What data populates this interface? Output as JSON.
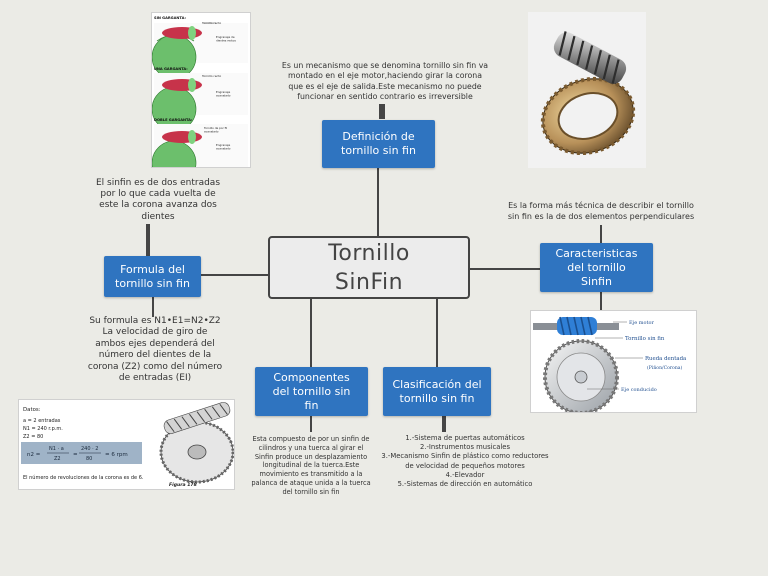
{
  "central": {
    "line1": "Tornillo",
    "line2": "SinFin"
  },
  "nodes": {
    "definicion": {
      "line1": "Definición de",
      "line2": "tornillo sin fin"
    },
    "formula": {
      "line1": "Formula del",
      "line2": "tornillo sin fin"
    },
    "caracteristicas": {
      "line1": "Caracteristicas",
      "line2": "del tornillo",
      "line3": "Sinfin"
    },
    "componentes": {
      "line1": "Componentes",
      "line2": "del tornillo sin",
      "line3": "fin"
    },
    "clasificacion": {
      "line1": "Clasificación del",
      "line2": "tornillo sin fin"
    }
  },
  "texts": {
    "definicion": [
      "Es un mecanismo que se denomina tornillo sin fin va",
      "montado en el eje motor,haciendo girar la corona",
      "que es el eje de salida.Este mecanismo no puede",
      "funcionar en sentido contrario es irreversible"
    ],
    "formula_top": [
      "El sinfin es de dos entradas",
      "por lo que cada vuelta de",
      "este la corona avanza dos",
      "dientes"
    ],
    "formula_bottom": [
      "Su formula es N1•E1=N2•Z2",
      "La velocidad de giro de",
      "ambos ejes dependerá del",
      "número del dientes de la",
      "corona (Z2) como del número",
      "de entradas (EI)"
    ],
    "caracteristicas": [
      "Es la forma más técnica de describir el tornillo",
      "sin fin es la de dos elementos perpendiculares"
    ],
    "componentes": [
      "Esta compuesto de por un sinfin de",
      "cilindros y una tuerca al girar el",
      "Sinfin produce un desplazamiento",
      "longitudinal de la tuerca.Este",
      "movimiento es transmitido a la",
      "palanca de ataque unida a la tuerca",
      "del tornillo sin fin"
    ],
    "clasificacion": [
      "1.-Sistema de puertas automáticos",
      "2.-Instrumentos musicales",
      "3.-Mecanismo Sinfin de plástico como reductores",
      "de velocidad de pequeños motores",
      "4.-Elevador",
      "5.-Sistemas de dirección en automático"
    ]
  },
  "figures": {
    "gangas": {
      "sin_ganancia": "SIN GARGANTA:",
      "una_ganancia": "UNA GARGANTA:",
      "doble_ganancia": "DOBLE GARGANTA:",
      "tornillo_recto": "Tornillo recto",
      "engranaje_dientes_rectos": [
        "Engranaje de",
        "dientes rectos"
      ],
      "tornillo_recto2": "Tornillo recto",
      "engranaje_acanalado": [
        "Engranaje",
        "acanalado"
      ],
      "tornillo_por_fil": [
        "Tornillo de por fil",
        "acanalado"
      ],
      "engranaje_acanalado2": [
        "Engranaje",
        "acanalado"
      ]
    },
    "ejemplo": {
      "datos": "Datos:",
      "a": "a   = 2 entradas",
      "n1": "N1 = 240 r.p.m.",
      "z2": "Z2 = 80",
      "formula_n2": "n2 =",
      "formula_frac_top": "N1 · a",
      "formula_frac_bottom": "Z2",
      "formula_eq": "=",
      "formula_num_top": "240 · 2",
      "formula_num_bottom": "80",
      "formula_result": "= 6 rpm",
      "caption": "El número de revoluciones de la corona es de 6.",
      "fig_label": "Figura 178"
    },
    "diagrama": {
      "eje_motor": "Eje motor",
      "tornillo_sin_fin": "Tornillo sin fin",
      "rueda_dentada": "Rueda dentada",
      "pinon_corona": "(Piñon/Corona)",
      "eje_conducido": "Eje conducido"
    }
  }
}
